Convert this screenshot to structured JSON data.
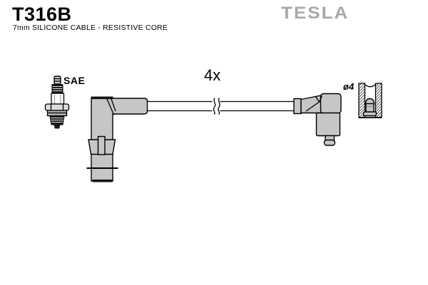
{
  "header": {
    "part_number": "T316B",
    "subtitle": "7mm SILICONE CABLE - RESISTIVE CORE",
    "brand": "TESLA"
  },
  "diagram": {
    "quantity_label": "4x",
    "plug_terminal_label": "SAE",
    "diameter_label": "ø4"
  },
  "colors": {
    "background": "#ffffff",
    "part_fill": "#c6c6c6",
    "part_dark": "#141414",
    "outline": "#000000",
    "brand_gray": "#a8a8a8"
  }
}
